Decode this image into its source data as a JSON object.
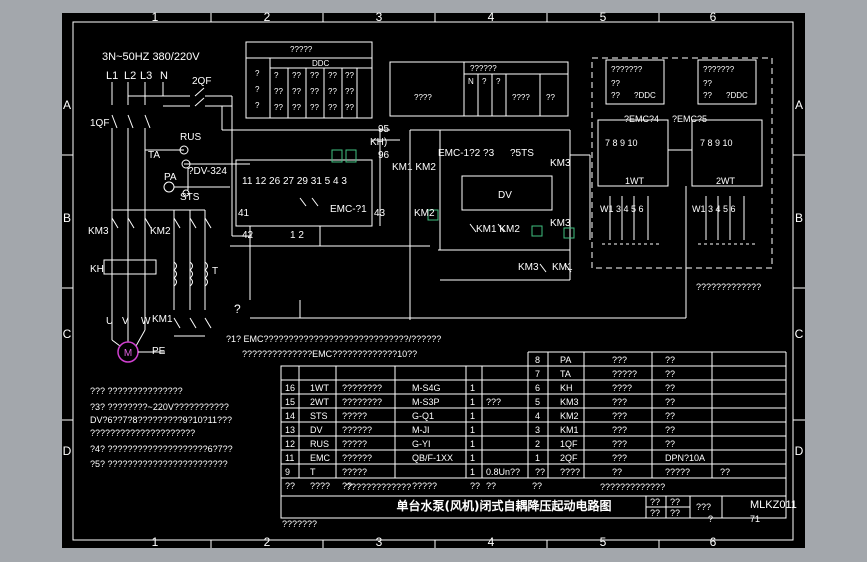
{
  "frame": {
    "columns": [
      "1",
      "2",
      "3",
      "4",
      "5",
      "6"
    ],
    "rows": [
      "A",
      "B",
      "C",
      "D"
    ]
  },
  "supply": {
    "spec": "3N~50HZ 380/220V",
    "phases": [
      "L1",
      "L2",
      "L3",
      "N"
    ]
  },
  "parts": {
    "qf1": "1QF",
    "qf2": "2QF",
    "rus": "RUS",
    "ta": "TA",
    "pa": "PA",
    "dv": "?DV-324",
    "sts": "STS",
    "km3": "KM3",
    "km2": "KM2",
    "kh": "KH",
    "km1": "KM1",
    "t": "T",
    "pe": "PE",
    "motor": "M",
    "emc1": "EMC-?1",
    "emc2": "EMC-1?2 ?3",
    "sts5": "?5TS",
    "dvbox": "DV",
    "emc4": "?EMC?4",
    "emc5": "?EMC?5",
    "wt1": "1WT",
    "wt2": "2WT",
    "kh_top": "KH)",
    "n95": "95",
    "n96": "96",
    "n43": "43",
    "n41": "41",
    "n42": "42"
  },
  "ddc": {
    "title": "DDC",
    "header": "?????",
    "cells": [
      "?",
      "?",
      "??",
      "??",
      "??",
      "??",
      "?",
      "??",
      "??",
      "??",
      "??",
      "??",
      "?",
      "??",
      "??",
      "??",
      "??",
      "??"
    ]
  },
  "status_box": {
    "header": "??????",
    "left": "????",
    "cols": [
      "N",
      "?",
      "?"
    ],
    "right": [
      "????",
      "??"
    ]
  },
  "ddc_small": [
    {
      "l1": "???????",
      "l2": "??",
      "l3": "??",
      "ddc": "?DDC"
    },
    {
      "l1": "???????",
      "l2": "??",
      "l3": "??",
      "ddc": "?DDC"
    }
  ],
  "notes": {
    "note1": "?1? EMC?????????????????????????????/??????",
    "note2": "??????????????EMC?????????????10??",
    "q": "?",
    "bottom_label": "?????????????",
    "left": [
      "??? ???????????????",
      "?3? ????????~220V???????????",
      "DV?6??7?8?????????9?10?11???",
      "?????????????????????",
      "?4? ????????????????????6?7??",
      "?5? ????????????????????????"
    ]
  },
  "bom": {
    "rows_left": [
      [
        "16",
        "1WT",
        "????????",
        "M-S4G",
        "1",
        "",
        ""
      ],
      [
        "15",
        "2WT",
        "????????",
        "M-S3P",
        "1",
        "???",
        ""
      ],
      [
        "14",
        "STS",
        "?????",
        "G-Q1",
        "1",
        "",
        ""
      ],
      [
        "13",
        "DV",
        "??????",
        "M-JI",
        "1",
        "",
        ""
      ],
      [
        "12",
        "RUS",
        "?????",
        "G-YI",
        "1",
        "",
        ""
      ],
      [
        "11",
        "EMC",
        "??????",
        "QB/F-1XX",
        "1",
        "",
        ""
      ],
      [
        "9",
        "T",
        "?????",
        "",
        "1",
        "0.8Un??",
        ""
      ],
      [
        "??",
        "????",
        "??",
        "?????",
        "??",
        "??",
        "??"
      ]
    ],
    "rows_right": [
      [
        "8",
        "PA",
        "???",
        "??",
        ""
      ],
      [
        "7",
        "TA",
        "?????",
        "??",
        ""
      ],
      [
        "6",
        "KH",
        "????",
        "??",
        ""
      ],
      [
        "5",
        "KM3",
        "???",
        "??",
        ""
      ],
      [
        "4",
        "KM2",
        "???",
        "??",
        ""
      ],
      [
        "3",
        "KM1",
        "???",
        "??",
        ""
      ],
      [
        "2",
        "1QF",
        "???",
        "??",
        ""
      ],
      [
        "1",
        "2QF",
        "???",
        "DPN?10A",
        ""
      ],
      [
        "??",
        "????",
        "??",
        "?????",
        "??"
      ]
    ],
    "footer_left": "?????????????",
    "footer_right": "?????????????"
  },
  "title_block": {
    "title": "单台水泵(风机)闭式自耦降压起动电路图",
    "drawing_no": "MLKZ011",
    "sheet": "71",
    "c1": "??",
    "c2": "??",
    "c3": "??",
    "c4": "??",
    "c5": "???",
    "c6": "?",
    "bottom_left": "???????"
  }
}
